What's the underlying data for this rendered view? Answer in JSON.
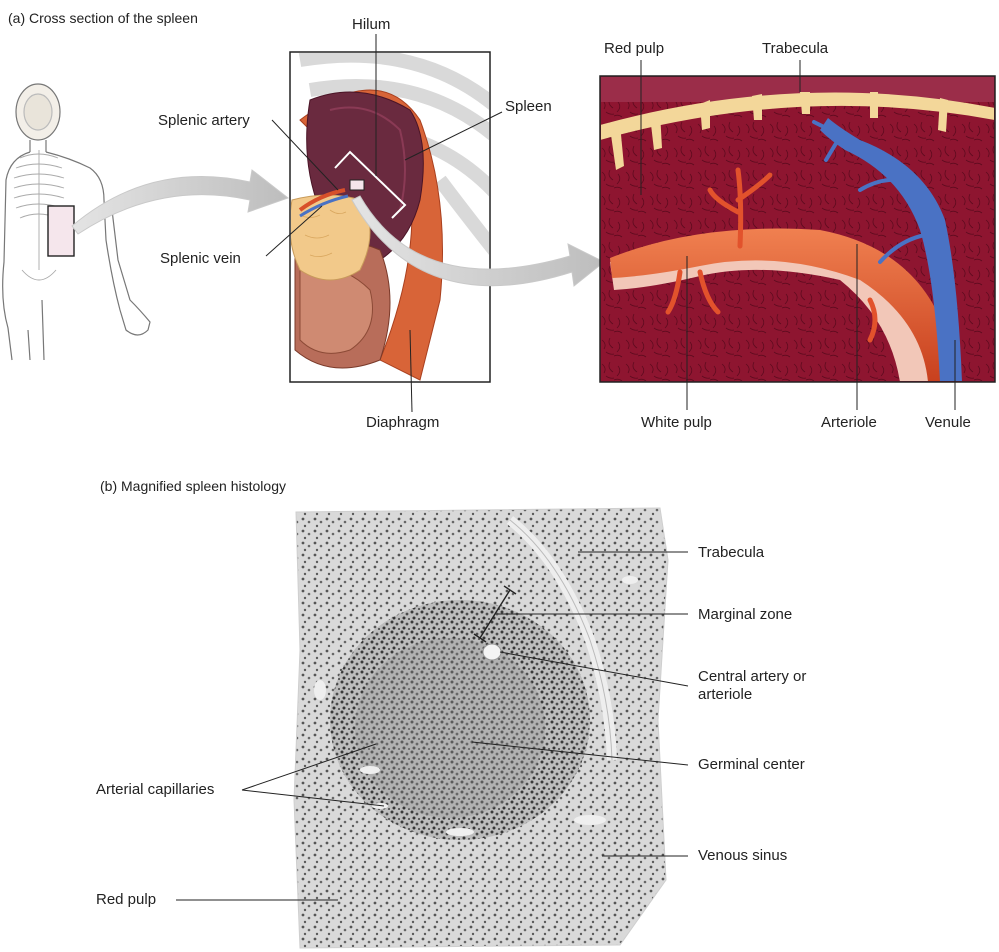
{
  "panel_a": {
    "title": "(a) Cross section of the spleen",
    "labels": {
      "hilum": "Hilum",
      "splenic_artery": "Splenic artery",
      "spleen": "Spleen",
      "splenic_vein": "Splenic vein",
      "diaphragm": "Diaphragm",
      "red_pulp": "Red pulp",
      "trabecula": "Trabecula",
      "white_pulp": "White pulp",
      "arteriole": "Arteriole",
      "venule": "Venule"
    }
  },
  "panel_b": {
    "title": "(b) Magnified spleen histology",
    "labels": {
      "trabecula": "Trabecula",
      "marginal_zone": "Marginal zone",
      "central_artery": "Central artery or arteriole",
      "germinal_center": "Germinal center",
      "arterial_capillaries": "Arterial capillaries",
      "venous_sinus": "Venous sinus",
      "red_pulp": "Red pulp"
    }
  },
  "colors": {
    "red_pulp": "#8e1530",
    "trabecula": "#f3d79a",
    "arteriole": "#e2522c",
    "venule": "#4a72c4",
    "spleen": "#6a2a3f",
    "pancreas": "#f2c98a"
  }
}
